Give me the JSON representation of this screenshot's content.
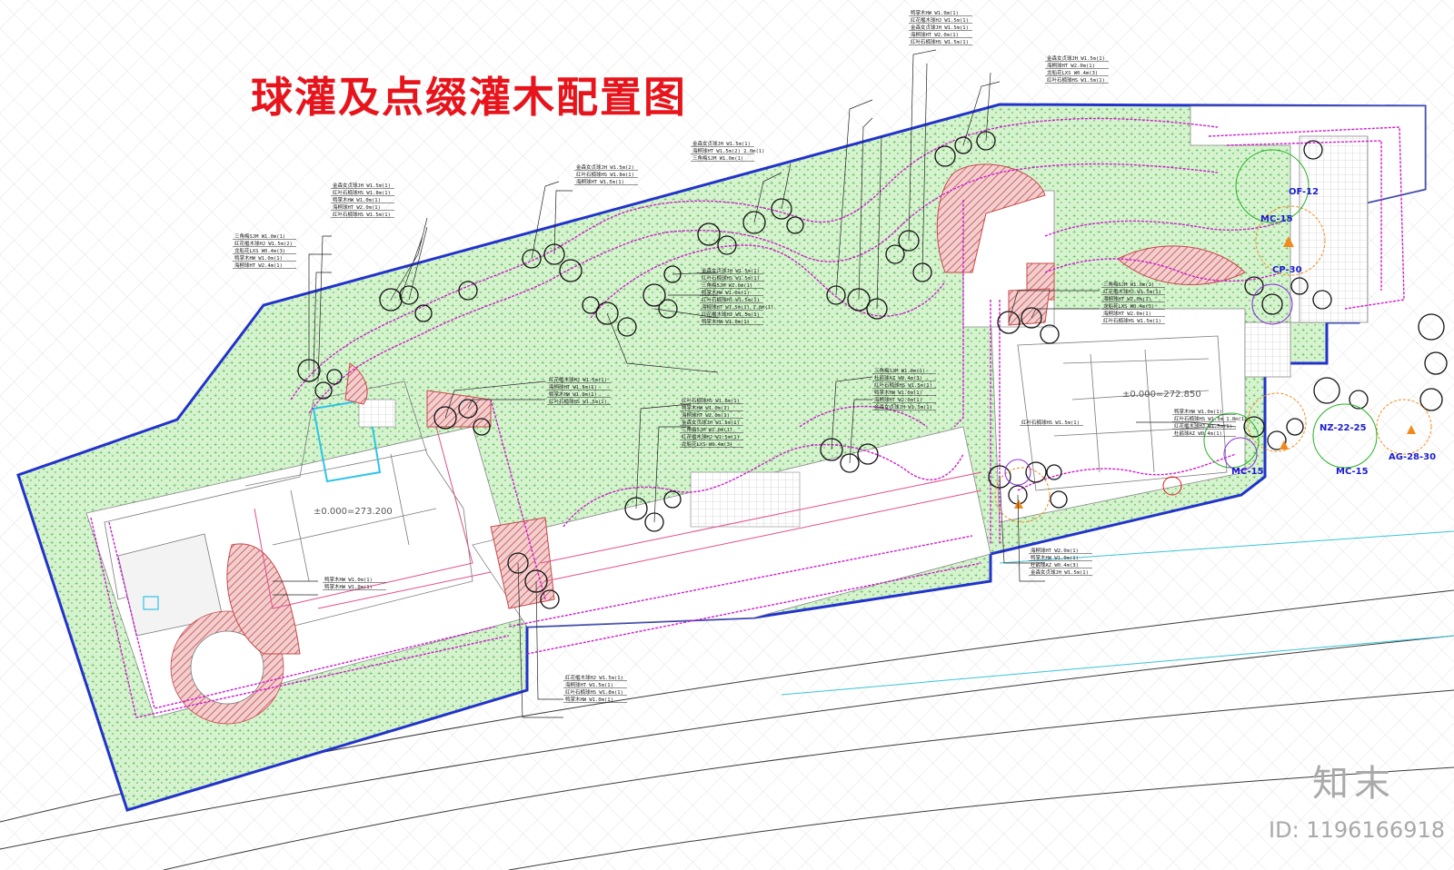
{
  "title": "球灌及点缀灌木配置图",
  "elevations": [
    "±0.000=273.200",
    "±0.000=272.850"
  ],
  "plant_codes": [
    "OF-12",
    "MC-15",
    "CP-30",
    "NZ-22-25",
    "AG-28-30",
    "MC-15",
    "MC-15"
  ],
  "callout_groups": [
    [
      "鸭掌木HW W1.0m(1)",
      "红花檵木球HJ W1.5m(1)",
      "金森女贞球JH W1.5m(1)",
      "海桐球HT W2.0m(1)",
      "红叶石楠球HS W1.5m(1)"
    ],
    [
      "金森女贞球JH W1.5m(1)",
      "海桐球HT W2.0m(1)",
      "龙船花LXS W0.4m(3)",
      "红叶石楠球HS W1.5m(1)"
    ],
    [
      "金森女贞球JH W1.5m(1)",
      "海桐球HT W1.5m(2) 2.0m(1)",
      "三角梅SJM W1.0m(1)"
    ],
    [
      "金森女贞球JH W1.5m(2)",
      "红叶石楠球HS W1.8m(1)",
      "海桐球HT W1.5m(1)"
    ],
    [
      "金森女贞球JH W1.5m(1)",
      "红叶石楠球HS W1.8m(1)",
      "鸭掌木HW W1.0m(1)",
      "海桐球HT W2.0m(1)",
      "红叶石楠球HS W1.5m(1)"
    ],
    [
      "三角梅SJM W1.0m(1)",
      "红花檵木球HJ W1.5m(2)",
      "龙船花LXS W0.4m(3)",
      "鸭掌木HW W1.0m(1)",
      "海桐球HT W2.4m(1)"
    ],
    [
      "金森女贞球JH W1.5m(1)",
      "红叶石楠球HS W1.5m(1)",
      "三角梅SJM W1.0m(1)",
      "鸭掌木HW W1.0m(1)",
      "红叶石楠球HS W1.5m(1)",
      "海桐球HT W1.5m(1) 1.8m(1)",
      "红花檵木球HJ W1.5m(1)",
      "鸭掌木HW W1.0m(1)"
    ],
    [
      "红花檵木球HJ W1.5m(1)",
      "海桐球HT W1.5m(1)",
      "鸭掌木HW W1.0m(1)",
      "红叶石楠球HS W1.5m(1)"
    ],
    [
      "红叶石楠球HS W1.8m(1)",
      "鸭掌木HW W1.0m(1)",
      "海桐球HT W2.0m(1)",
      "金森女贞球JH W1.5m(1)",
      "三角梅SJM W1.0m(1)",
      "红花檵木球HJ W1.5m(1)",
      "龙船花LXS W0.4m(3)"
    ],
    [
      "三角梅SJM W1.0m(1)",
      "杜鹃球AZ W0.4m(3)",
      "红叶石楠球HS W1.5m(1)",
      "鸭掌木HW W1.0m(1)",
      "海桐球HT W2.0m(1)",
      "金森女贞球JH W1.5m(1)"
    ],
    [
      "红叶石楠球HS W1.5m(1)"
    ],
    [
      "三角梅SJM W1.0m(1)",
      "红花檵木球HJ W1.5m(1)",
      "海桐球HT W2.0m(1)",
      "龙船花LXS W0.4m(3)",
      "海桐球HT W2.0m(1)",
      "红叶石楠球HS W1.5m(1)"
    ],
    [
      "海桐球HT W2.0m(1)",
      "鸭掌木HW W1.0m(1)",
      "杜鹃球AZ W0.4m(3)",
      "金森女贞球JH W1.5m(1)"
    ],
    [
      "红花檵木球HJ W1.5m(1)",
      "海桐球HT W1.5m(1)",
      "红叶石楠球HS W1.8m(1)",
      "鸭掌木HW W1.0m(1)"
    ],
    [
      "鸭掌木HW W1.0m(1)",
      "鸭掌木HW W1.0m(1)"
    ],
    [
      "鸭掌木HW W1.0m(1)",
      "红叶石楠球HS W1.5m 1.8m(1)",
      "红花檵木球HJ W1.5m(1)",
      "杜鹃球AZ W0.4m(1)"
    ]
  ],
  "watermark": {
    "logo": "知末",
    "id": "ID: 1196166918"
  },
  "colors": {
    "title": "#e8141c",
    "lawn": "#d6f2cf",
    "lawn_dot": "#23b323",
    "boundary": "#2233cc",
    "path_edge": "#cc1fcc",
    "hatch": "#c84848",
    "hatch_fill": "#f2cfcf",
    "shrub": "#000000",
    "orange": "#f08a1c"
  }
}
